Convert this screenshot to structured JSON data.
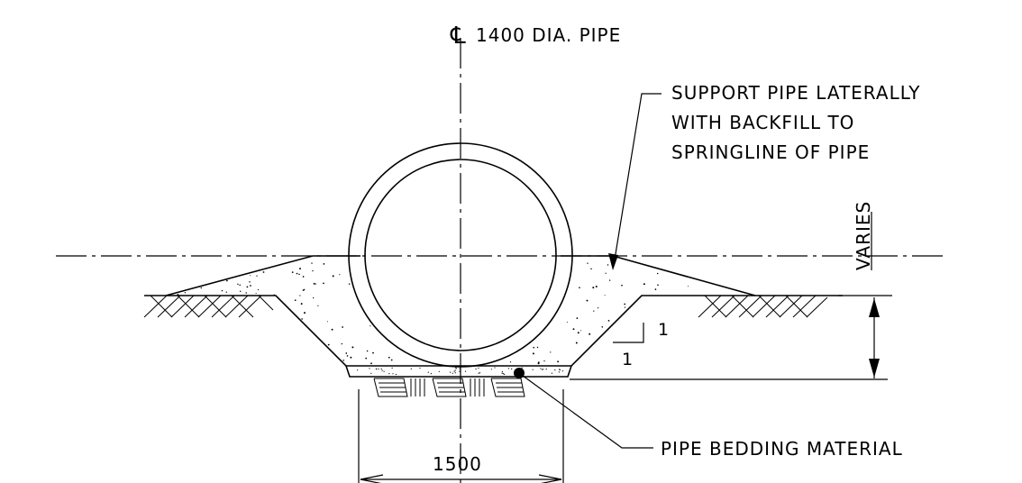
{
  "labels": {
    "centerline_symbol": "℄",
    "pipe_title": "1400 DIA. PIPE",
    "support_line1": "SUPPORT PIPE LATERALLY",
    "support_line2": "WITH BACKFILL TO",
    "support_line3": "SPRINGLINE OF PIPE",
    "varies": "VARIES",
    "slope_rise": "1",
    "slope_run": "1",
    "bedding": "PIPE BEDDING MATERIAL",
    "width_dim": "1500"
  },
  "colors": {
    "line": "#000000",
    "background": "#ffffff"
  }
}
